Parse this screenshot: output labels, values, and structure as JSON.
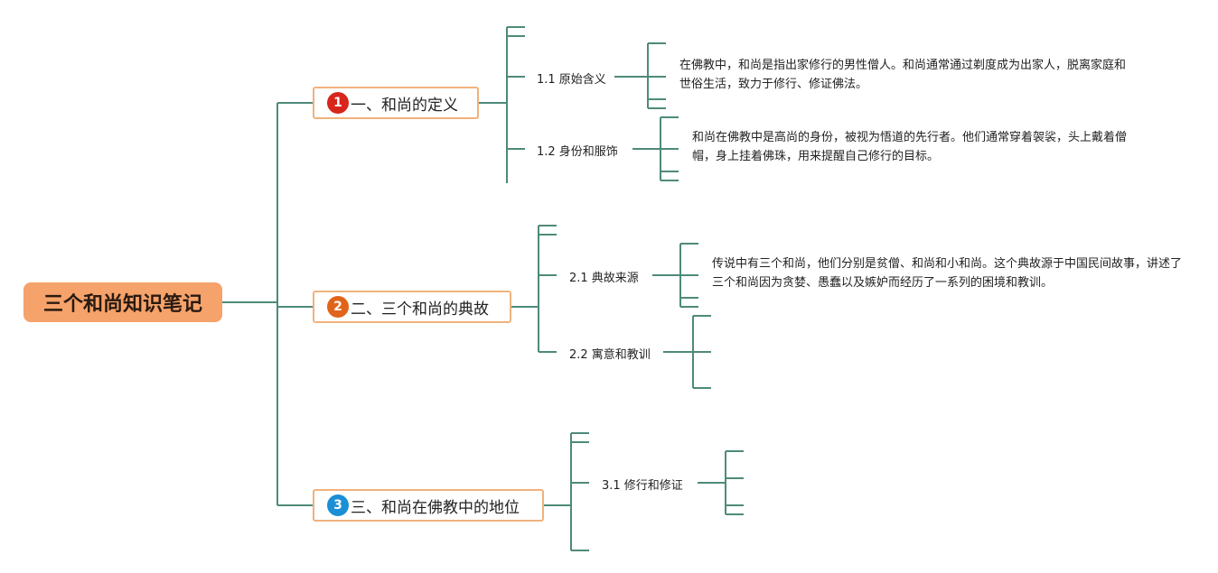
{
  "root": {
    "title": "三个和尚知识笔记"
  },
  "topics": [
    {
      "num": "1",
      "num_color": "#d7261b",
      "title": "一、和尚的定义",
      "subs": [
        {
          "label": "1.1 原始含义",
          "text": "在佛教中，和尚是指出家修行的男性僧人。和尚通常通过剃度成为出家人，脱离家庭和世俗生活，致力于修行、修证佛法。"
        },
        {
          "label": "1.2 身份和服饰",
          "text": "和尚在佛教中是高尚的身份，被视为悟道的先行者。他们通常穿着袈裟，头上戴着僧帽，身上挂着佛珠，用来提醒自己修行的目标。"
        }
      ]
    },
    {
      "num": "2",
      "num_color": "#e0651a",
      "title": "二、三个和尚的典故",
      "subs": [
        {
          "label": "2.1 典故来源",
          "text": "传说中有三个和尚，他们分别是贫僧、和尚和小和尚。这个典故源于中国民间故事，讲述了三个和尚因为贪婪、愚蠢以及嫉妒而经历了一系列的困境和教训。"
        },
        {
          "label": "2.2 寓意和教训",
          "text": ""
        }
      ]
    },
    {
      "num": "3",
      "num_color": "#1a8fd6",
      "title": "三、和尚在佛教中的地位",
      "subs": [
        {
          "label": "3.1 修行和修证",
          "text": ""
        }
      ]
    }
  ],
  "colors": {
    "line": "#4e8a7a",
    "root_bg": "#f5a26b",
    "topic_border": "#f0b27d"
  }
}
